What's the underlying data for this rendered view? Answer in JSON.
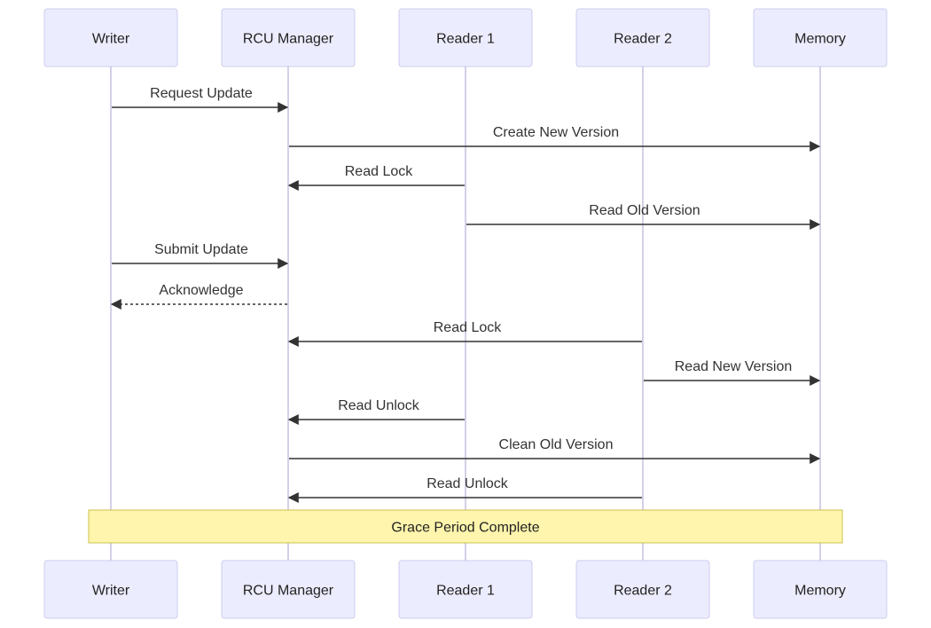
{
  "diagram": {
    "participants": [
      {
        "id": "writer",
        "label": "Writer"
      },
      {
        "id": "rcu",
        "label": "RCU Manager"
      },
      {
        "id": "reader1",
        "label": "Reader 1"
      },
      {
        "id": "reader2",
        "label": "Reader 2"
      },
      {
        "id": "memory",
        "label": "Memory"
      }
    ],
    "messages": [
      {
        "from": "writer",
        "to": "rcu",
        "label": "Request Update",
        "style": "solid"
      },
      {
        "from": "rcu",
        "to": "memory",
        "label": "Create New Version",
        "style": "solid"
      },
      {
        "from": "reader1",
        "to": "rcu",
        "label": "Read Lock",
        "style": "solid"
      },
      {
        "from": "reader1",
        "to": "memory",
        "label": "Read Old Version",
        "style": "solid"
      },
      {
        "from": "writer",
        "to": "rcu",
        "label": "Submit Update",
        "style": "solid"
      },
      {
        "from": "rcu",
        "to": "writer",
        "label": "Acknowledge",
        "style": "dashed"
      },
      {
        "from": "reader2",
        "to": "rcu",
        "label": "Read Lock",
        "style": "solid"
      },
      {
        "from": "reader2",
        "to": "memory",
        "label": "Read New Version",
        "style": "solid"
      },
      {
        "from": "reader1",
        "to": "rcu",
        "label": "Read Unlock",
        "style": "solid"
      },
      {
        "from": "rcu",
        "to": "memory",
        "label": "Clean Old Version",
        "style": "solid"
      },
      {
        "from": "reader2",
        "to": "rcu",
        "label": "Read Unlock",
        "style": "solid"
      }
    ],
    "note": {
      "label": "Grace Period Complete",
      "over": [
        "writer",
        "memory"
      ]
    },
    "colors": {
      "actor_fill": "#ececff",
      "actor_stroke": "#ccccee",
      "lifeline": "#d4d0e8",
      "message": "#333333",
      "note_fill": "#fff5ad",
      "note_stroke": "#c9c34d"
    }
  }
}
